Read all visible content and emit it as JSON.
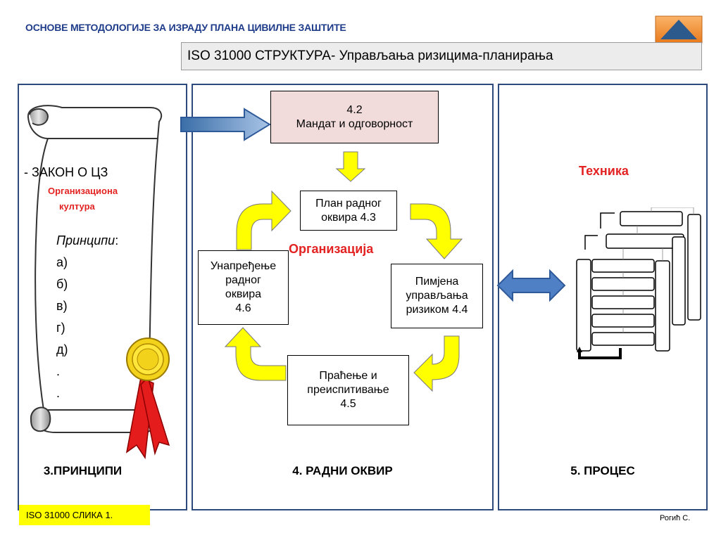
{
  "header": {
    "title": "ОСНОВЕ МЕТОДОЛОГИЈЕ ЗА ИЗРАДУ  ПЛАНА  ЦИВИЛНЕ   ЗАШТИТЕ",
    "subtitle": "ISO 31000 СТРУКТУРА- Управљања ризицима-планирања",
    "nav_icon": "triangle-up-icon"
  },
  "principles": {
    "law": "-  ЗАКОН О ЦЗ",
    "culture_line1": "Организациона",
    "culture_line2": "култура",
    "principles_label": "Принципи",
    "principles_colon": ":",
    "items": [
      "а)",
      "б)",
      "в)",
      "г)",
      "д)",
      ".",
      "."
    ],
    "section_label": "3.ПРИНЦИПИ"
  },
  "framework": {
    "mandate_number": "4.2",
    "mandate_text": "Мандат и одговорност",
    "plan_line1": "План радног",
    "plan_line2": "оквира 4.3",
    "organization_label": "Организација",
    "apply_line1": "Пимјена",
    "apply_line2": "управљања",
    "apply_line3": "ризиком 4.4",
    "monitor_line1": "Праћење и",
    "monitor_line2": "преиспитивање",
    "monitor_line3": "4.5",
    "improve_line1": "Унапређење",
    "improve_line2": "радног",
    "improve_line3": "оквира",
    "improve_line4": "4.6",
    "section_label": "4. РАДНИ ОКВИР"
  },
  "process": {
    "technique_label": "Техника",
    "section_label": "5. ПРОЦЕС"
  },
  "footer": {
    "tag": "ISO 31000 СЛИКА 1.",
    "author": "Рогић С."
  },
  "colors": {
    "header_blue": "#1f3c8a",
    "red_accent": "#e32222",
    "arrow_yellow": "#ffff00",
    "panel_border": "#2c4a7c",
    "mandate_fill": "#f2dcdb",
    "footer_yellow": "#ffff00"
  }
}
